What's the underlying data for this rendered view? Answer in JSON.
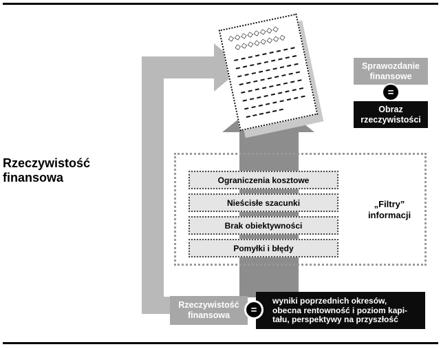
{
  "left_label": {
    "line1": "Rzeczywistość",
    "line2": "finansowa"
  },
  "document": {
    "diamond_row": "◇◇◇◇◇◇◇◇"
  },
  "filters": {
    "items": [
      "Ograniczenia kosztowe",
      "Nieścisłe szacunki",
      "Brak obiektywności",
      "Pomyłki i błędy"
    ],
    "label_line1": "„Filtry”",
    "label_line2": "informacji"
  },
  "statement_group": {
    "gray_line1": "Sprawozdanie",
    "gray_line2": "finansowe",
    "equals": "=",
    "black_line1": "Obraz",
    "black_line2": "rzeczywistości"
  },
  "reality_group": {
    "gray_line1": "Rzeczywistość",
    "gray_line2": "finansowa",
    "equals": "=",
    "black_lines": [
      "wyniki poprzednich okresów,",
      "obecna rentowność i poziom kapi-",
      "tału, perspektywy na przyszłość"
    ]
  },
  "colors": {
    "light_gray_arrow": "#b9b9b9",
    "dark_gray_arrow": "#8d8d8d",
    "gray_box": "#a7a7a7",
    "black_box": "#0c0c0c",
    "filter_item_bg": "#e5e5e5"
  }
}
